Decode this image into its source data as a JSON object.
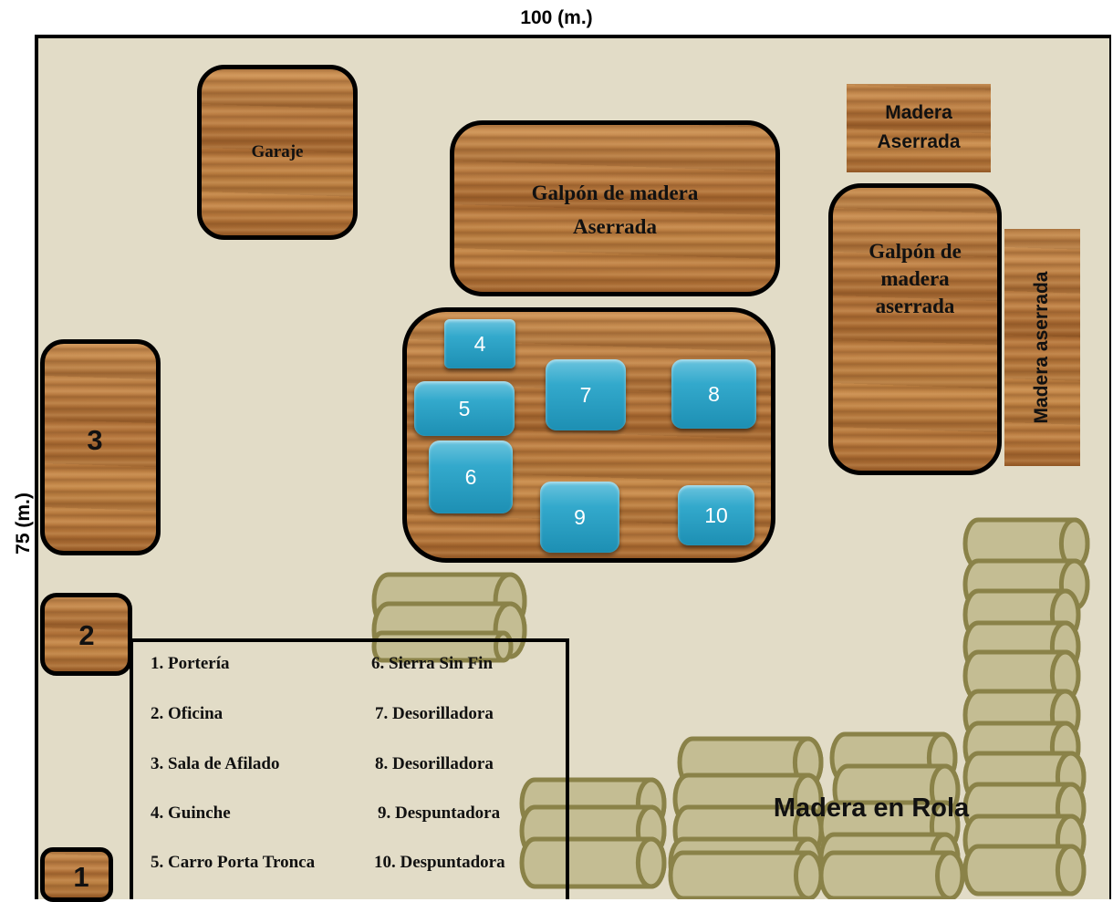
{
  "dimensions": {
    "width_label": "100 (m.)",
    "height_label": "75 (m.)"
  },
  "buildings": {
    "garaje": "Garaje",
    "galpon_top": "Galpón de madera Aserrada",
    "galpon_right": "Galpón de madera aserrada",
    "madera_aserrada_top": "Madera Aserrada",
    "madera_aserrada_side": "Madera aserrada",
    "room_3": "3",
    "room_2": "2",
    "room_1": "1"
  },
  "machines": [
    "4",
    "5",
    "6",
    "7",
    "8",
    "9",
    "10"
  ],
  "legend": [
    "1. Portería",
    "2. Oficina",
    "3. Sala de Afilado",
    "4. Guinche",
    "5. Carro Porta Tronca",
    "6. Sierra Sin Fin",
    "7. Desorilladora",
    "8. Desorilladora",
    "9. Despuntadora",
    "10. Despuntadora"
  ],
  "logs_label": "Madera en Rola",
  "colors": {
    "yard": "#e2dcc7",
    "log_fill": "#c4bd93",
    "log_stroke": "#8a8248",
    "machine": "#2ea6cb"
  }
}
